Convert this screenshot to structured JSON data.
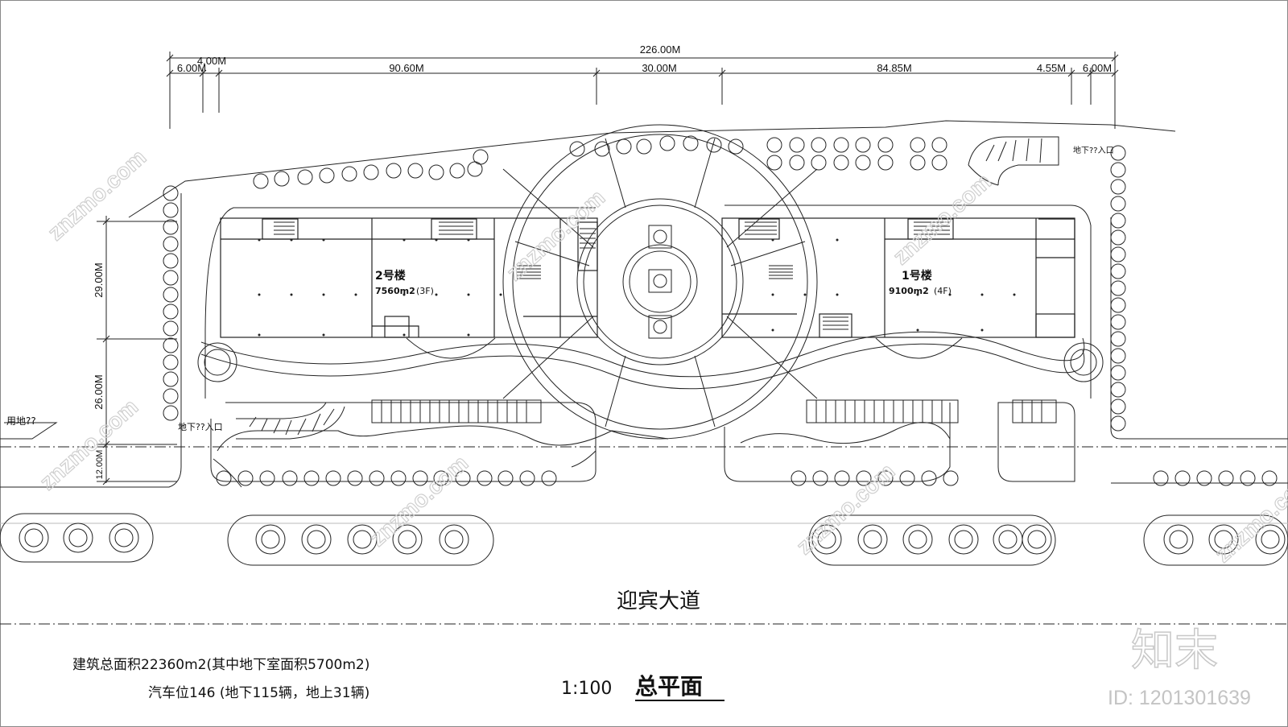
{
  "dimensions": {
    "overall": "226.00M",
    "segments": [
      "6.00M",
      "4.00M",
      "90.60M",
      "30.00M",
      "84.85M",
      "4.55M",
      "6.00M"
    ],
    "left_vertical": [
      "29.00M",
      "26.00M",
      "12.00M"
    ]
  },
  "buildings": {
    "building_2": {
      "name": "2号楼",
      "area": "7560m2",
      "floors": "(3F)"
    },
    "building_1": {
      "name": "1号楼",
      "area": "9100m2",
      "floors": "(4F)"
    }
  },
  "labels": {
    "underground_entrance_right": "地下??入口",
    "underground_entrance_left": "地下??入口",
    "land_use": "用地??",
    "road": "迎宾大道"
  },
  "summary": {
    "total_area": "建筑总面积22360m2(其中地下室面积5700m2)",
    "parking": "汽车位146 (地下115辆，地上31辆)"
  },
  "title": {
    "scale": "1:100",
    "name": "总平面"
  },
  "brand": {
    "logo_text": "知末",
    "id": "ID: 1201301639",
    "watermark": "znzmo.com"
  }
}
